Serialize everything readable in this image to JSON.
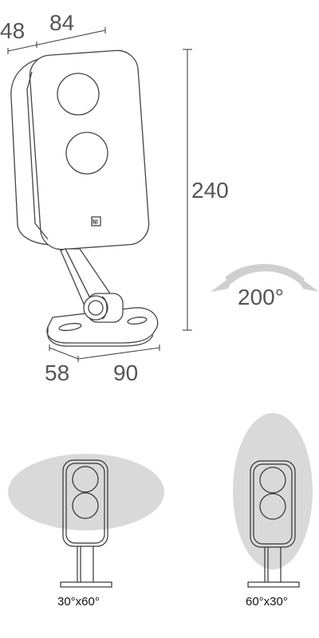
{
  "dimensions": {
    "depth_top": "48",
    "width_top": "84",
    "height": "240",
    "base_depth": "58",
    "base_width": "90"
  },
  "rotation": {
    "label": "200°"
  },
  "dispersion": {
    "horizontal_label": "30°x60°",
    "vertical_label": "60°x30°"
  },
  "colors": {
    "line": "#444444",
    "dimension_text": "#555555",
    "arrow": "#cfcfcf",
    "dispersion_fill": "#d9d9d9",
    "caption_text": "#111111"
  }
}
